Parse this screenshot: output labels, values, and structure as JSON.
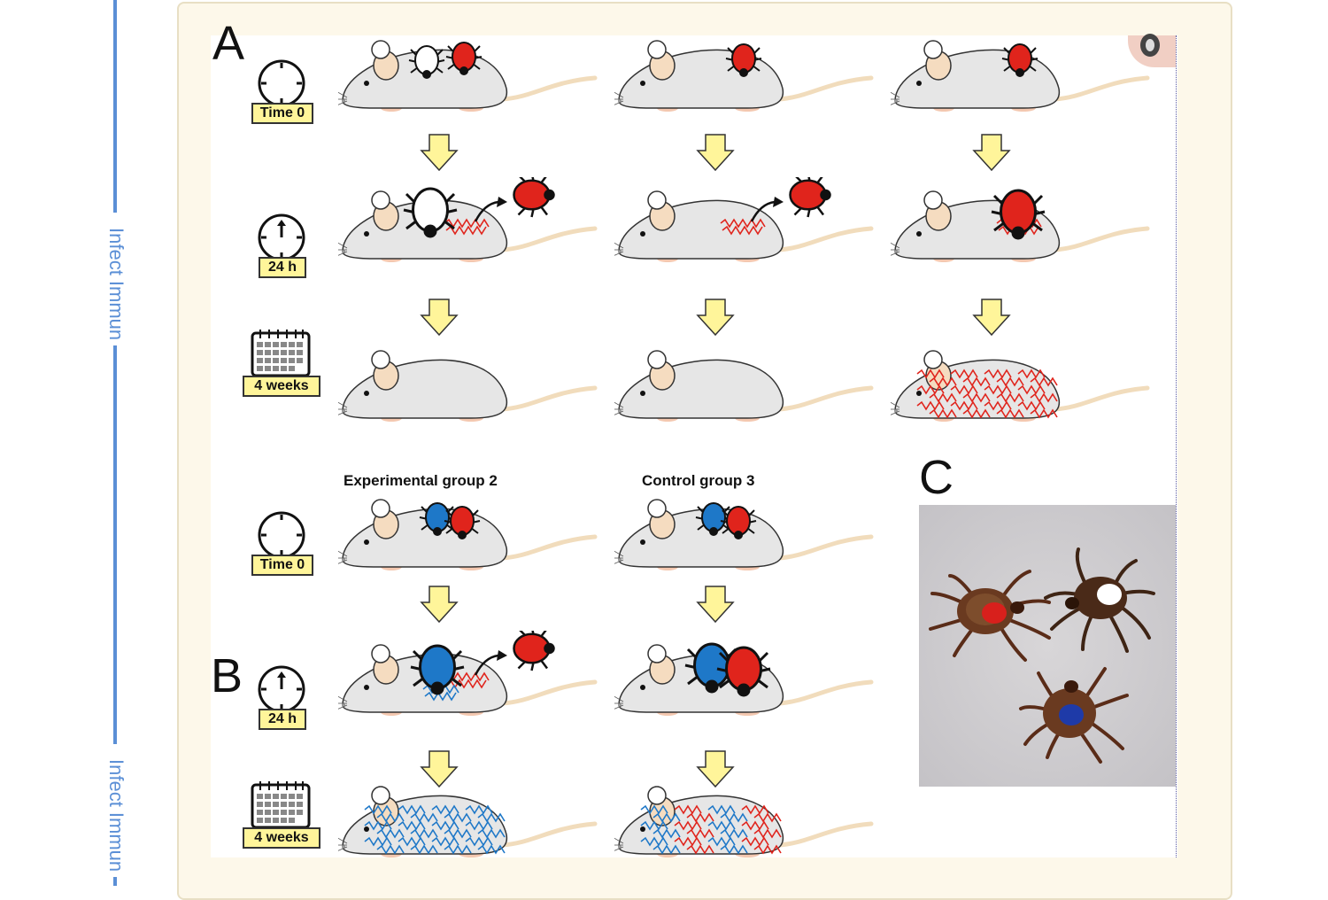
{
  "sidebar": {
    "journal_label_top": "Infect Immun",
    "journal_label_bottom": "Infect Immun"
  },
  "figure": {
    "panels": {
      "a": "A",
      "b": "B",
      "c": "C"
    },
    "groups_b": [
      {
        "title": "Experimental group 2"
      },
      {
        "title": "Control group 3"
      }
    ],
    "time_labels": {
      "t0": "Time 0",
      "t24": "24 h",
      "t4w": "4 weeks"
    },
    "colors": {
      "tick_red": "#e0241c",
      "tick_blue": "#1e78c8",
      "tick_white": "#ffffff",
      "arrow_yellow": "#fff59a",
      "mouse_body": "#e6e6e6",
      "tail": "#f1dcbc",
      "label_bg": "#fff59a"
    }
  }
}
